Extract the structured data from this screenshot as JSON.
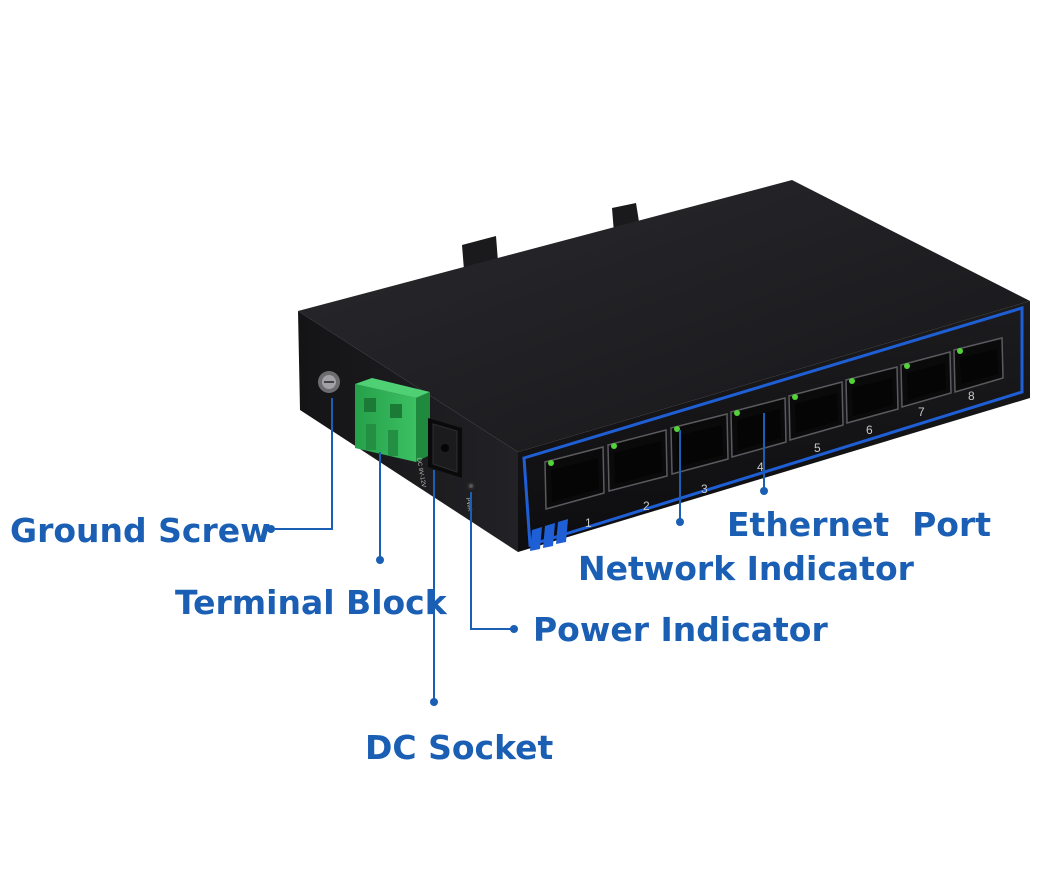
{
  "device": {
    "name": "8-port industrial DIN-rail ethernet switch",
    "body_color": "#1e1e21",
    "trim_color": "#1f5fd6",
    "led_color": "#53d23a",
    "terminal_block_color": "#2eae55"
  },
  "ports": {
    "numbers": [
      "1",
      "2",
      "3",
      "4",
      "5",
      "6",
      "7",
      "8"
    ]
  },
  "side_panel": {
    "dc_socket_text": "DC 9V-12V",
    "power_text": "PWR"
  },
  "callouts": [
    {
      "id": "ground-screw",
      "label": "Ground Screw"
    },
    {
      "id": "terminal-block",
      "label": "Terminal Block"
    },
    {
      "id": "dc-socket",
      "label": "DC Socket"
    },
    {
      "id": "power-indicator",
      "label": "Power Indicator"
    },
    {
      "id": "network-indicator",
      "label": "Network Indicator"
    },
    {
      "id": "ethernet-port",
      "label": "Ethernet  Port"
    }
  ],
  "colors": {
    "label": "#1a5fb4",
    "background": "#ffffff"
  }
}
